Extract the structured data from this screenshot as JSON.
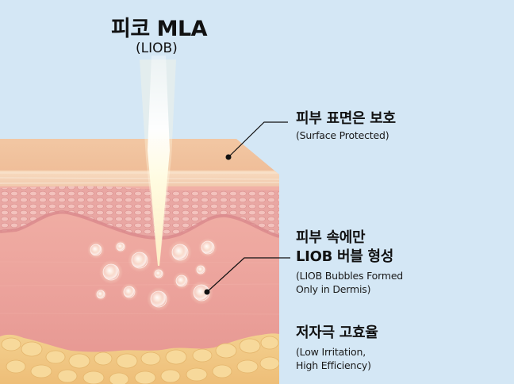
{
  "title": {
    "main": "피코 MLA",
    "sub": "(LIOB)"
  },
  "annotations": [
    {
      "id": "surface",
      "korean": "피부 표면은 보호",
      "english": "(Surface Protected)"
    },
    {
      "id": "bubbles",
      "korean_line1": "피부 속에만",
      "korean_line2": "LIOB 버블 형성",
      "english_line1": "(LIOB Bubbles Formed",
      "english_line2": "Only in Dermis)"
    },
    {
      "id": "efficiency",
      "korean": "저자극 고효율",
      "english_line1": "(Low Irritation,",
      "english_line2": "High Efficiency)"
    }
  ],
  "colors": {
    "background": "#d4e7f5",
    "surface": "#f0c29e",
    "epidermis": "#e8a9a6",
    "dermis": "#ec9f98",
    "fat": "#f0c882",
    "beam": "#fffbe6"
  }
}
